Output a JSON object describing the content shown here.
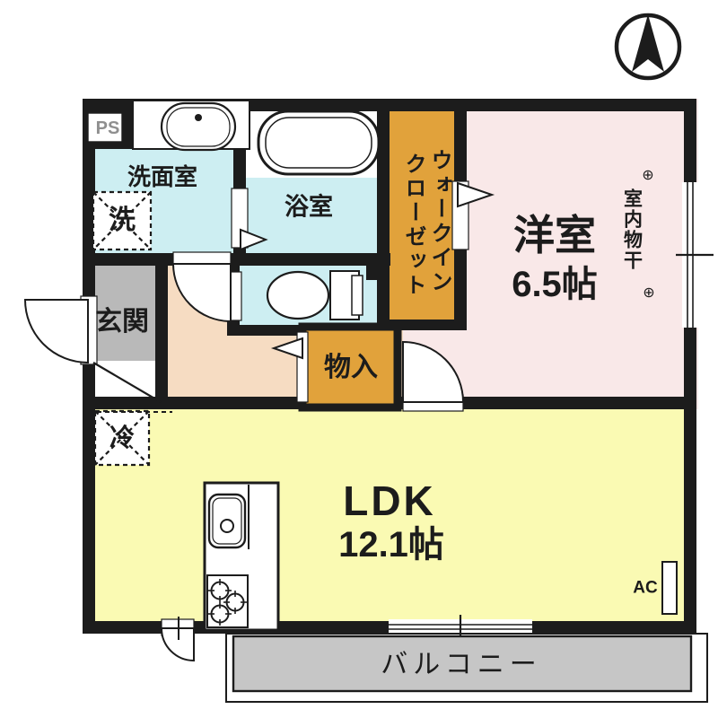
{
  "type": "apartment-floor-plan",
  "compass": {
    "icon": "north-arrow"
  },
  "colors": {
    "wall": "#1c1c1c",
    "water_rooms": "#cdeef2",
    "bath_white": "#ffffff",
    "western_room": "#f9e8e8",
    "closet": "#e1a23b",
    "hallway": "#f6dcc2",
    "entrance": "#b9b9b9",
    "ldk": "#fafab3",
    "balcony": "#c6c6c6",
    "text": "#1c1c1c",
    "ps_text": "#8f8f8f"
  },
  "rooms": {
    "ps": {
      "label": "PS"
    },
    "washroom": {
      "label": "洗面室"
    },
    "washer_space": {
      "label": "洗"
    },
    "bathroom": {
      "label": "浴室"
    },
    "walk_in_closet": {
      "label": "ウォークインクローゼット",
      "line1": "ウォークイン",
      "line2": "クローゼット"
    },
    "western_room": {
      "label": "洋室",
      "size": "6.5帖"
    },
    "indoor_drying": {
      "label": "室内物干",
      "marker": "⊕"
    },
    "entrance": {
      "label": "玄関"
    },
    "storage": {
      "label": "物入"
    },
    "refrigerator_space": {
      "label": "冷"
    },
    "ldk": {
      "label": "LDK",
      "size": "12.1帖"
    },
    "air_conditioner": {
      "label": "AC"
    },
    "balcony": {
      "label": "バルコニー"
    }
  }
}
